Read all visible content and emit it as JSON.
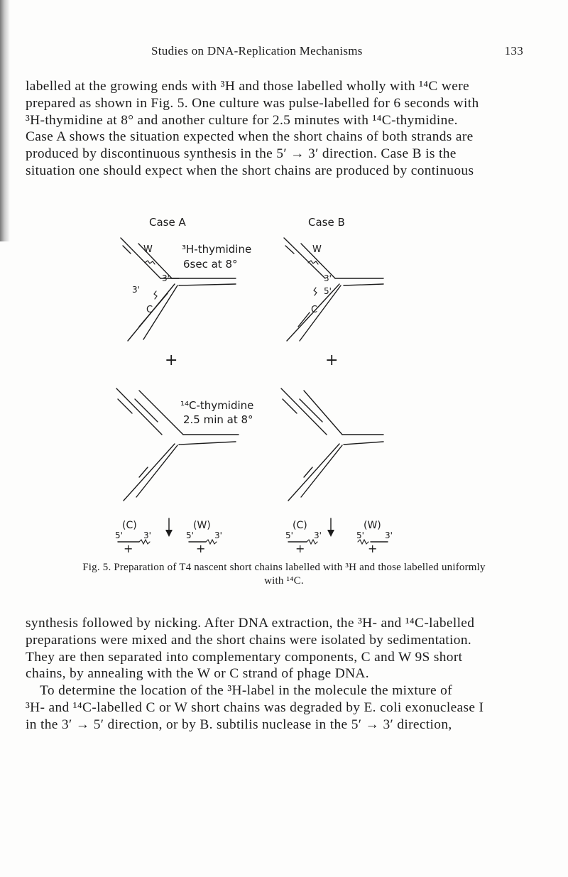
{
  "header": {
    "running_title": "Studies on DNA-Replication Mechanisms",
    "page_number": "133"
  },
  "top_paragraph": {
    "l1": "labelled at the growing ends with ³H and those labelled wholly with ¹⁴C were",
    "l2": "prepared as shown in Fig. 5. One culture was pulse-labelled for 6 seconds with",
    "l3": "³H-thymidine at 8° and another culture for 2.5 minutes with ¹⁴C-thymidine.",
    "l4": "Case A shows the situation expected when the short chains of both strands are",
    "l5": "produced by discontinuous synthesis in the 5′ → 3′ direction. Case B is the",
    "l6": "situation one should expect when the short chains are produced by continuous"
  },
  "figure": {
    "case_a_title": "Case A",
    "case_b_title": "Case B",
    "label_w": "W",
    "label_c": "C",
    "label_3p": "3'",
    "label_5p": "5'",
    "h3_label_line1": "³H-thymidine",
    "h3_label_line2": "6sec at 8°",
    "c14_label_line1": "¹⁴C-thymidine",
    "c14_label_line2": "2.5 min at 8°",
    "plus": "+",
    "down_arrow": "↓",
    "strand_c": "(C)",
    "strand_w": "(W)",
    "end_5p": "5'",
    "end_3p": "3'"
  },
  "caption": {
    "fig_label": "Fig. 5.",
    "text_line1": "Preparation of T4 nascent short chains labelled with ³H and those labelled uniformly",
    "text_line2": "with ¹⁴C."
  },
  "bottom_paragraph": {
    "l1": "synthesis followed by nicking. After DNA extraction, the ³H- and ¹⁴C-labelled",
    "l2": "preparations were mixed and the short chains were isolated by sedimentation.",
    "l3": "They are then separated into complementary components, C and W 9S short",
    "l4": "chains, by annealing with the W or C strand of phage DNA.",
    "l5": "To determine the location of the ³H-label in the molecule the mixture of",
    "l6": "³H- and ¹⁴C-labelled C or W short chains was degraded by E. coli exonuclease I",
    "l7": "in the 3′ → 5′ direction, or by B. subtilis nuclease in the 5′ → 3′ direction,"
  }
}
